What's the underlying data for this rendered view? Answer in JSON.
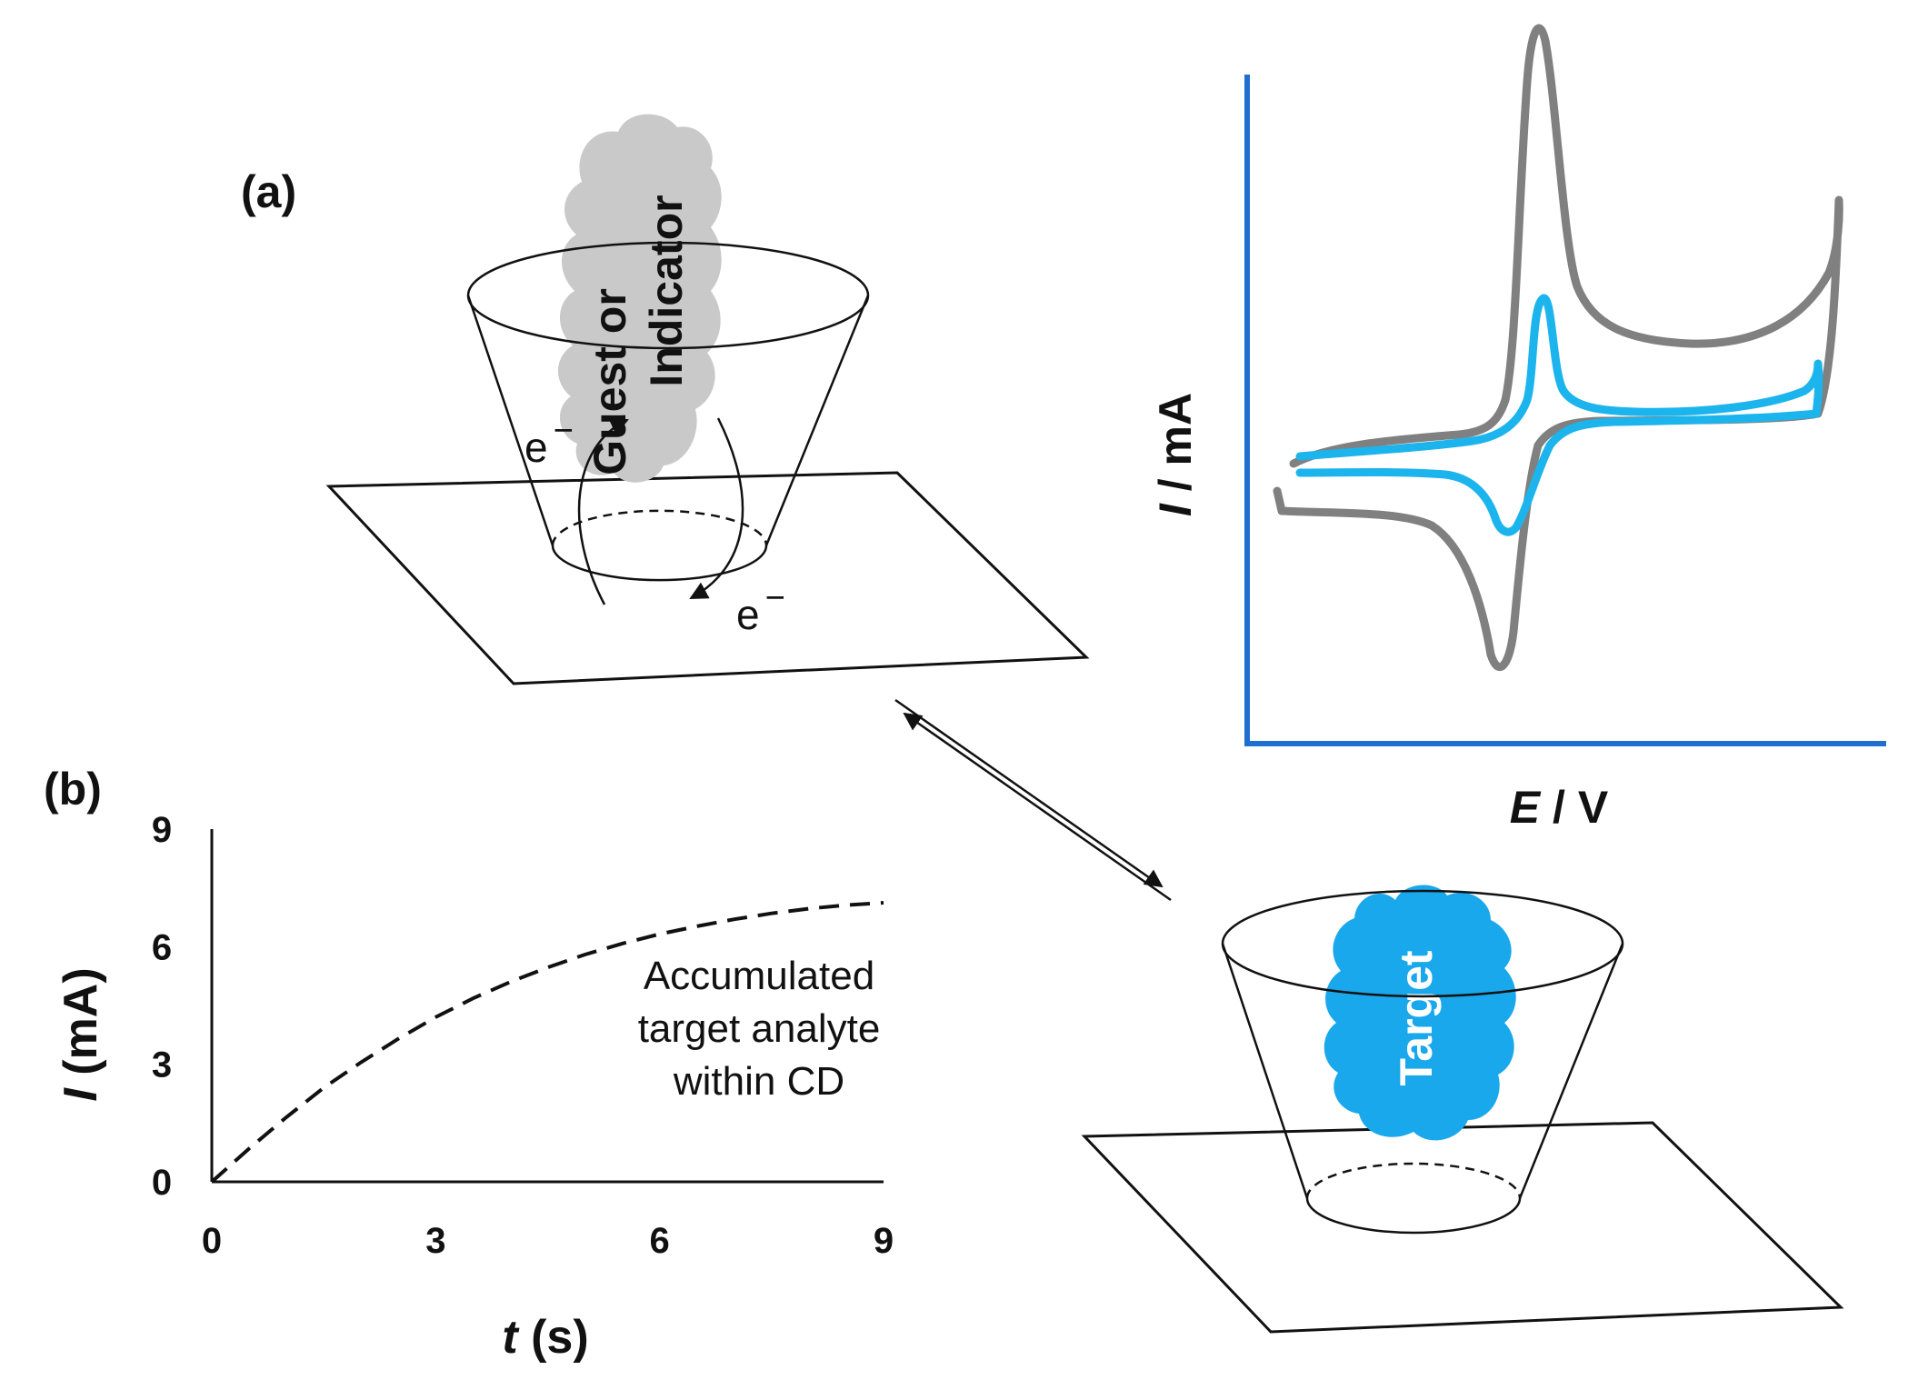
{
  "panel_a": {
    "label": "(a)",
    "guest_label_line1": "Guest or",
    "guest_label_line2": "Indicator",
    "electron_left": "e",
    "electron_right": "e",
    "electron_charge": "−",
    "target_label": "Target",
    "colors": {
      "guest": "#c9c9c9",
      "target": "#19a8ec",
      "cv_gray": "#808080",
      "cv_blue": "#1cb4ec",
      "axis_blue": "#1f6fd0"
    }
  },
  "cv_plot": {
    "ylabel_italic": "I",
    "ylabel_rest": " / mA",
    "xlabel_italic": "E",
    "xlabel_rest": " / V"
  },
  "panel_b": {
    "label": "(b)",
    "annotation_lines": [
      "Accumulated",
      "target analyte",
      "within CD"
    ]
  },
  "chart_data": {
    "type": "line",
    "xlabel": "t (s)",
    "ylabel": "I (mA)",
    "xlim": [
      0,
      9
    ],
    "ylim": [
      0,
      9
    ],
    "x_ticks": [
      "0",
      "3",
      "6",
      "9"
    ],
    "y_ticks": [
      "0",
      "3",
      "6",
      "9"
    ],
    "grid": false,
    "series": [
      {
        "x": [
          0,
          0.5,
          1,
          1.5,
          2,
          2.5,
          3,
          3.5,
          4,
          4.5,
          5,
          5.5,
          6,
          6.5,
          7,
          7.5,
          8,
          8.5,
          9
        ],
        "y": [
          0,
          0.85,
          1.65,
          2.4,
          3.05,
          3.65,
          4.2,
          4.68,
          5.1,
          5.47,
          5.8,
          6.08,
          6.32,
          6.52,
          6.7,
          6.85,
          6.97,
          7.06,
          7.12
        ],
        "style": "dashed",
        "color": "#111111"
      }
    ]
  }
}
